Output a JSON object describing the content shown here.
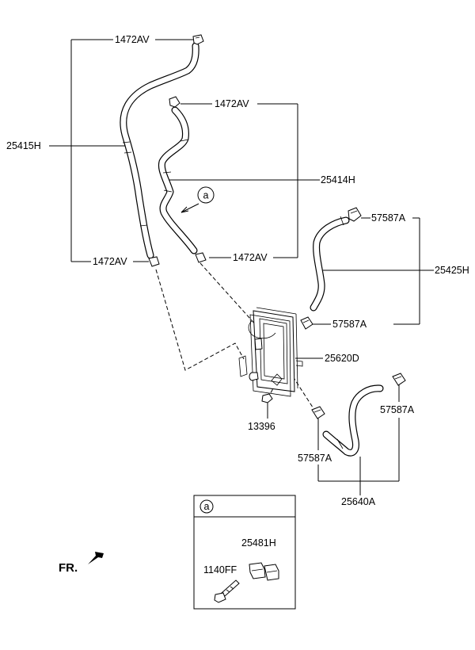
{
  "labels": {
    "l1472av_top": "1472AV",
    "l1472av_mid": "1472AV",
    "l1472av_left": "1472AV",
    "l1472av_low": "1472AV",
    "l25415h": "25415H",
    "l25414h": "25414H",
    "l57587a_1": "57587A",
    "l57587a_2": "57587A",
    "l57587a_3": "57587A",
    "l57587a_4": "57587A",
    "l25425h": "25425H",
    "l25620d": "25620D",
    "l13396": "13396",
    "l25640a": "25640A",
    "l25481h": "25481H",
    "l1140ff": "1140FF",
    "ref_a_main": "a",
    "ref_a_box": "a",
    "fr": "FR."
  }
}
